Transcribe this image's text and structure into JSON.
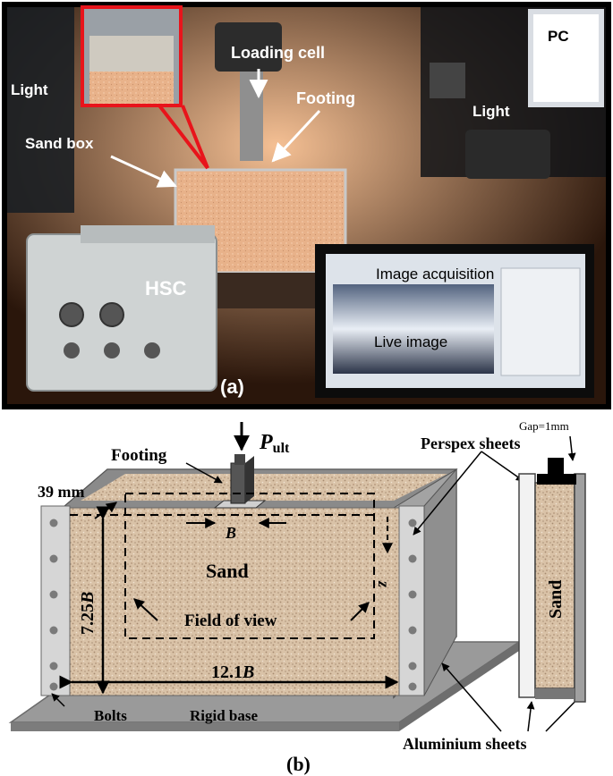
{
  "photo": {
    "caption": "(a)",
    "labels": {
      "light_left": "Light",
      "loading_cell": "Loading cell",
      "footing": "Footing",
      "sand_box": "Sand box",
      "light_right": "Light",
      "pc": "PC",
      "hsc": "HSC",
      "image_acquisition": "Image acquisition",
      "live_image": "Live image"
    }
  },
  "diagram": {
    "caption": "(b)",
    "labels": {
      "footing": "Footing",
      "p_ult_main": "P",
      "p_ult_sub": "ult",
      "depth": "39 mm",
      "b_main": "B",
      "sand": "Sand",
      "z": "z",
      "height_num": "7.25",
      "height_var": "B",
      "field_of_view": "Field of view",
      "width_num": "12.1",
      "width_var": "B",
      "bolts": "Bolts",
      "rigid_base": "Rigid base",
      "gap": "Gap=1mm",
      "perspex": "Perspex sheets",
      "side_sand": "Sand",
      "aluminium": "Aluminium sheets"
    }
  },
  "colors": {
    "photo_frame": "#000000",
    "inset_frame": "#e8141b",
    "sand": "#d8c0a6",
    "aluminium": "#9a9a9a",
    "perspex": "#e8e8e8",
    "base": "#8c8c8c"
  }
}
